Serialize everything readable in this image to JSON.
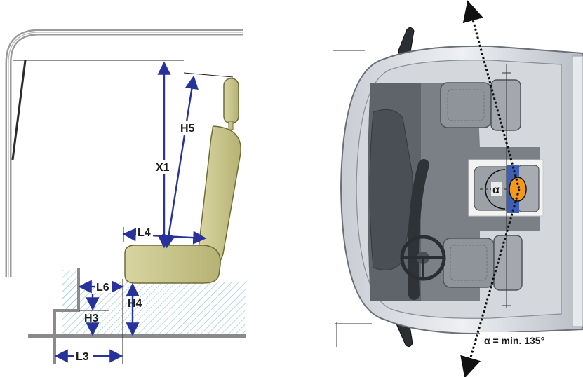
{
  "side_view": {
    "labels": {
      "x1": "X1",
      "h5": "H5",
      "l4": "L4",
      "l6": "L6",
      "h4": "H4",
      "h3": "H3",
      "l3": "L3"
    }
  },
  "top_view": {
    "angle_symbol": "α",
    "angle_note": "α = min. 135°"
  },
  "colors": {
    "seat_fill": "#c7c38a",
    "seat_stroke": "#6f6c3a",
    "dimension_blue": "#27339a",
    "floor_hatch": "#8fc4cc",
    "occupant_orange": "#f39a1e",
    "seat_base_blue": "#3e5fb5"
  }
}
